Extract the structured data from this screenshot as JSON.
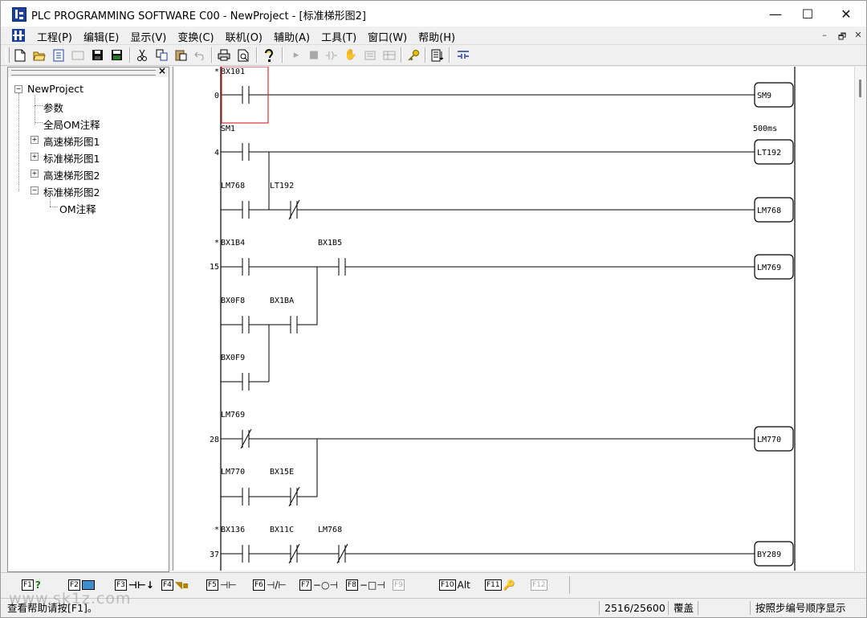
{
  "window": {
    "title": "PLC PROGRAMMING SOFTWARE C00 - NewProject - [标准梯形图2]",
    "controls": {
      "minimize": "—",
      "maximize": "☐",
      "close": "✕"
    }
  },
  "menu": {
    "items": [
      "工程(P)",
      "编辑(E)",
      "显示(V)",
      "变换(C)",
      "联机(O)",
      "辅助(A)",
      "工具(T)",
      "窗口(W)",
      "帮助(H)"
    ],
    "mdi_controls": {
      "minimize": "–",
      "restore": "🗗",
      "close": "✕"
    }
  },
  "toolbar": {
    "icons": [
      "new-icon",
      "open-icon",
      "project-icon",
      "import-icon",
      "save-icon",
      "save-all-icon",
      "cut-icon",
      "copy-icon",
      "paste-icon",
      "undo-icon",
      "print-icon",
      "print-preview-icon",
      "help-icon",
      "run-icon",
      "stop-icon",
      "step-icon",
      "hand-icon",
      "monitor-icon",
      "table-icon",
      "key-icon",
      "list-icon",
      "ladder-icon"
    ]
  },
  "tree": {
    "root": "NewProject",
    "items": [
      "参数",
      "全局OM注释",
      "高速梯形图1",
      "标准梯形图1",
      "高速梯形图2",
      "标准梯形图2",
      "OM注释"
    ]
  },
  "ladder": {
    "rungs": [
      {
        "step": "0",
        "star": "*",
        "contacts": [
          {
            "name": "BX101",
            "type": "NO"
          }
        ],
        "coil": "SM9",
        "coil_label": ""
      },
      {
        "step": "4",
        "star": "",
        "contacts": [
          {
            "name": "SM1",
            "type": "NO"
          }
        ],
        "coil": "LT192",
        "coil_label": "500ms",
        "branch": {
          "contacts": [
            {
              "name": "LM768",
              "type": "NO"
            },
            {
              "name": "LT192",
              "type": "NC"
            }
          ],
          "coil": "LM768"
        }
      },
      {
        "step": "15",
        "star": "*",
        "contacts": [
          {
            "name": "BX1B4",
            "type": "NO"
          },
          {
            "name": "BX1B5",
            "type": "NO"
          }
        ],
        "coil": "LM769",
        "coil_label": "",
        "parallel": [
          {
            "name": "BX0F8",
            "type": "NO"
          },
          {
            "name": "BX1BA",
            "type": "NO"
          },
          {
            "name": "BX0F9",
            "type": "NO"
          }
        ]
      },
      {
        "step": "28",
        "star": "",
        "contacts": [
          {
            "name": "LM769",
            "type": "NC"
          }
        ],
        "coil": "LM770",
        "coil_label": "",
        "parallel": [
          {
            "name": "LM770",
            "type": "NO"
          },
          {
            "name": "BX15E",
            "type": "NC"
          }
        ]
      },
      {
        "step": "37",
        "star": "*",
        "contacts": [
          {
            "name": "BX136",
            "type": "NO"
          },
          {
            "name": "BX11C",
            "type": "NC"
          },
          {
            "name": "LM768",
            "type": "NC"
          }
        ],
        "coil": "BY289",
        "coil_label": ""
      }
    ]
  },
  "fkeys": [
    {
      "key": "F1",
      "icon": "help-icon",
      "label": ""
    },
    {
      "key": "F2",
      "icon": "monitor-icon",
      "label": ""
    },
    {
      "key": "F3",
      "icon": "run-mode-icon",
      "label": ""
    },
    {
      "key": "F4",
      "icon": "convert-icon",
      "label": ""
    },
    {
      "key": "F5",
      "icon": "no-contact-icon",
      "label": ""
    },
    {
      "key": "F6",
      "icon": "nc-contact-icon",
      "label": ""
    },
    {
      "key": "F7",
      "icon": "coil-icon",
      "label": ""
    },
    {
      "key": "F8",
      "icon": "function-icon",
      "label": ""
    },
    {
      "key": "F9",
      "icon": "",
      "label": ""
    },
    {
      "key": "F10",
      "icon": "",
      "label": "Alt"
    },
    {
      "key": "F11",
      "icon": "key-icon",
      "label": ""
    },
    {
      "key": "F12",
      "icon": "",
      "label": ""
    }
  ],
  "status": {
    "help": "查看帮助请按[F1]。",
    "steps": "2516/25600",
    "mode": "覆盖",
    "empty": "",
    "order": "按照步编号顺序显示"
  },
  "watermark": "www.sk1z.com"
}
